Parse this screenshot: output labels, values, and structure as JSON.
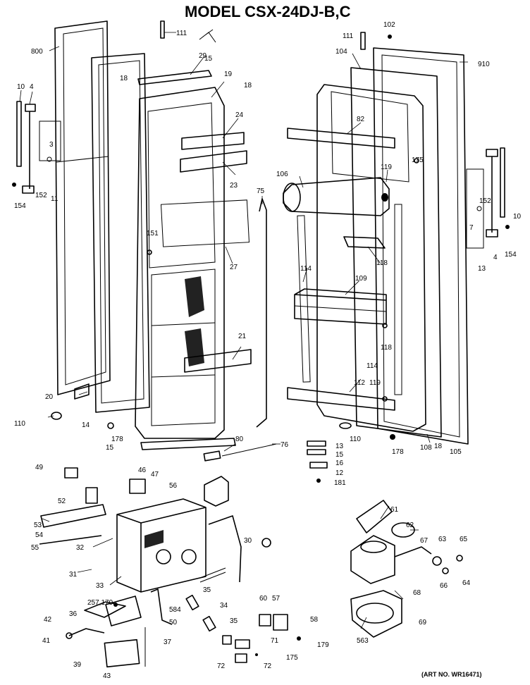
{
  "title": "MODEL CSX-24DJ-B,C",
  "art_no": "(ART NO. WR16471)",
  "callouts": [
    {
      "id": "c800",
      "text": "800"
    },
    {
      "id": "c10a",
      "text": "10"
    },
    {
      "id": "c4a",
      "text": "4"
    },
    {
      "id": "c3",
      "text": "3"
    },
    {
      "id": "c152a",
      "text": "152"
    },
    {
      "id": "c11a",
      "text": "11"
    },
    {
      "id": "c154a",
      "text": "154"
    },
    {
      "id": "c111a",
      "text": "111"
    },
    {
      "id": "c29",
      "text": "29"
    },
    {
      "id": "c15a",
      "text": "15"
    },
    {
      "id": "c19",
      "text": "19"
    },
    {
      "id": "c18a",
      "text": "18"
    },
    {
      "id": "c18b",
      "text": "18"
    },
    {
      "id": "c24",
      "text": "24"
    },
    {
      "id": "c23",
      "text": "23"
    },
    {
      "id": "c151",
      "text": "151"
    },
    {
      "id": "c27",
      "text": "27"
    },
    {
      "id": "c75",
      "text": "75"
    },
    {
      "id": "c21",
      "text": "21"
    },
    {
      "id": "c20",
      "text": "20"
    },
    {
      "id": "c110a",
      "text": "110"
    },
    {
      "id": "c14",
      "text": "14"
    },
    {
      "id": "c178a",
      "text": "178"
    },
    {
      "id": "c15b",
      "text": "15"
    },
    {
      "id": "c80",
      "text": "80"
    },
    {
      "id": "c76",
      "text": "76"
    },
    {
      "id": "c102",
      "text": "102"
    },
    {
      "id": "c111b",
      "text": "111"
    },
    {
      "id": "c104",
      "text": "104"
    },
    {
      "id": "c910",
      "text": "910"
    },
    {
      "id": "c82",
      "text": "82"
    },
    {
      "id": "c175a",
      "text": "175"
    },
    {
      "id": "c106",
      "text": "106"
    },
    {
      "id": "c119a",
      "text": "119"
    },
    {
      "id": "c118a",
      "text": "118"
    },
    {
      "id": "c114a",
      "text": "114"
    },
    {
      "id": "c109",
      "text": "109"
    },
    {
      "id": "c118b",
      "text": "118"
    },
    {
      "id": "c114b",
      "text": "114"
    },
    {
      "id": "c112",
      "text": "112"
    },
    {
      "id": "c119b",
      "text": "119"
    },
    {
      "id": "c110b",
      "text": "110"
    },
    {
      "id": "c178b",
      "text": "178"
    },
    {
      "id": "c108",
      "text": "108"
    },
    {
      "id": "c18c",
      "text": "18"
    },
    {
      "id": "c105",
      "text": "105"
    },
    {
      "id": "c13a",
      "text": "13"
    },
    {
      "id": "c15c",
      "text": "15"
    },
    {
      "id": "c16",
      "text": "16"
    },
    {
      "id": "c12a",
      "text": "12"
    },
    {
      "id": "c181",
      "text": "181"
    },
    {
      "id": "c152b",
      "text": "152"
    },
    {
      "id": "c7",
      "text": "7"
    },
    {
      "id": "c13b",
      "text": "13"
    },
    {
      "id": "c4b",
      "text": "4"
    },
    {
      "id": "c154b",
      "text": "154"
    },
    {
      "id": "c10b",
      "text": "10"
    },
    {
      "id": "c49",
      "text": "49"
    },
    {
      "id": "c46",
      "text": "46"
    },
    {
      "id": "c47",
      "text": "47"
    },
    {
      "id": "c56",
      "text": "56"
    },
    {
      "id": "c52",
      "text": "52"
    },
    {
      "id": "c53",
      "text": "53"
    },
    {
      "id": "c54",
      "text": "54"
    },
    {
      "id": "c55",
      "text": "55"
    },
    {
      "id": "c32",
      "text": "32"
    },
    {
      "id": "c30",
      "text": "30"
    },
    {
      "id": "c31",
      "text": "31"
    },
    {
      "id": "c33",
      "text": "33"
    },
    {
      "id": "c35a",
      "text": "35"
    },
    {
      "id": "c60",
      "text": "60"
    },
    {
      "id": "c257",
      "text": "257,179"
    },
    {
      "id": "c34",
      "text": "34"
    },
    {
      "id": "c584",
      "text": "584"
    },
    {
      "id": "c36",
      "text": "36"
    },
    {
      "id": "c50",
      "text": "50"
    },
    {
      "id": "c35b",
      "text": "35"
    },
    {
      "id": "c42",
      "text": "42"
    },
    {
      "id": "c41",
      "text": "41"
    },
    {
      "id": "c37",
      "text": "37"
    },
    {
      "id": "c39",
      "text": "39"
    },
    {
      "id": "c43",
      "text": "43"
    },
    {
      "id": "c57",
      "text": "57"
    },
    {
      "id": "c58",
      "text": "58"
    },
    {
      "id": "c179",
      "text": "179"
    },
    {
      "id": "c71",
      "text": "71"
    },
    {
      "id": "c175b",
      "text": "175"
    },
    {
      "id": "c72a",
      "text": "72"
    },
    {
      "id": "c72b",
      "text": "72"
    },
    {
      "id": "c61",
      "text": "61"
    },
    {
      "id": "c62",
      "text": "62"
    },
    {
      "id": "c63",
      "text": "63"
    },
    {
      "id": "c65",
      "text": "65"
    },
    {
      "id": "c67",
      "text": "67"
    },
    {
      "id": "c66",
      "text": "66"
    },
    {
      "id": "c64",
      "text": "64"
    },
    {
      "id": "c68",
      "text": "68"
    },
    {
      "id": "c69",
      "text": "69"
    },
    {
      "id": "c563",
      "text": "563"
    }
  ]
}
